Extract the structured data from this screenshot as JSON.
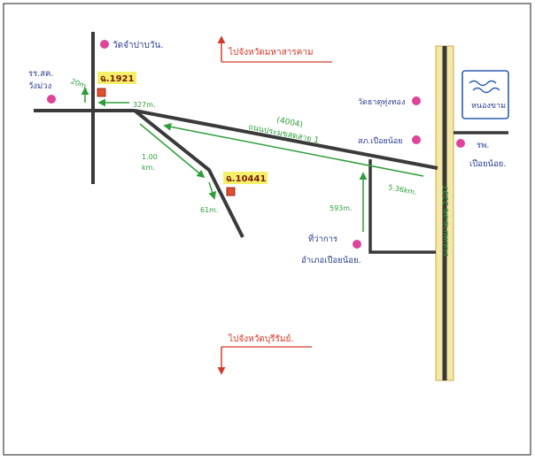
{
  "colors": {
    "road": "#3a3a3a",
    "highway_fill": "#f6e7a6",
    "route_green": "#2e9e3a",
    "label_blue": "#2b3d8f",
    "label_red": "#d23a2a",
    "marker_pink": "#e0449a",
    "plot_red": "#e0502e",
    "plot_highlight": "#f4f06a",
    "border": "#444444"
  },
  "directions": {
    "north": "ไปจังหวัดมหาสารคาม",
    "south": "ไปจังหวัดบุรีรัมย์."
  },
  "landmarks": {
    "wat_champa": "วัดจำปาบวัน.",
    "school": {
      "line1": "รร.สค.",
      "line2": "วังม่วง"
    },
    "wat_right": "วัดธาตุทุ่งทอง",
    "police": "สภ.เปือยน้อย",
    "district_office": {
      "line1": "ที่ว่าการ",
      "line2": "อำเภอเปือยน้อย."
    },
    "hospital": {
      "line1": "รพ.",
      "line2": "เปือยน้อย."
    },
    "lake": "หนองขาม"
  },
  "plots": {
    "plot1": "ฉ.1921",
    "plot2": "ฉ.10441"
  },
  "distances": {
    "d20": "20m.",
    "d327": "327m.",
    "d100": "1.00",
    "d100_unit": "km.",
    "d61": "61m.",
    "d593": "593m.",
    "d536": "5.36km."
  },
  "roads": {
    "road_4004_code": "(4004)",
    "road_4004_name": "ถนนประมุขสุดสาย 1",
    "highway_2297": "ถนนหมายเลข 2297"
  }
}
